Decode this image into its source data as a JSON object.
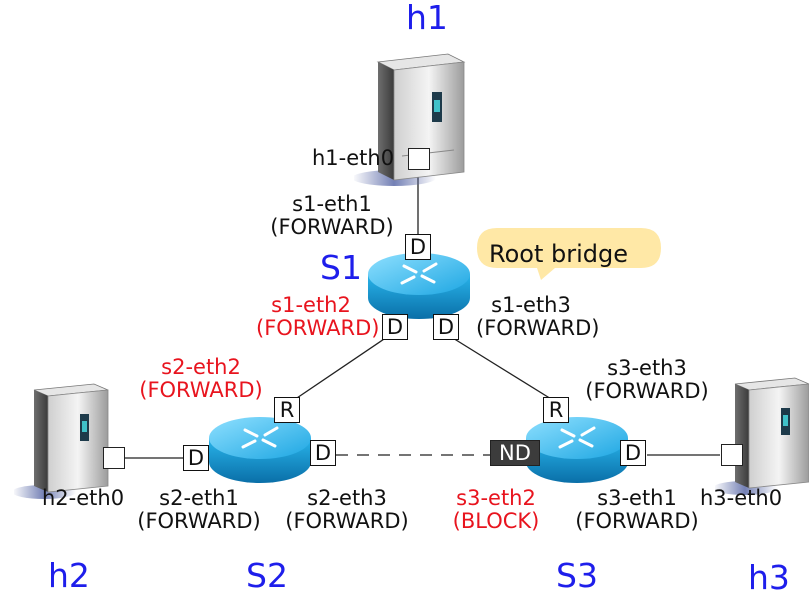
{
  "hosts": {
    "h1": {
      "name": "h1",
      "iface": "h1-eth0"
    },
    "h2": {
      "name": "h2",
      "iface": "h2-eth0"
    },
    "h3": {
      "name": "h3",
      "iface": "h3-eth0"
    }
  },
  "switches": {
    "s1": {
      "name": "S1",
      "badge": "Root bridge",
      "ports": [
        {
          "iface": "s1-eth1",
          "state": "(FORWARD)",
          "role": "D"
        },
        {
          "iface": "s1-eth2",
          "state": "(FORWARD)",
          "role": "D"
        },
        {
          "iface": "s1-eth3",
          "state": "(FORWARD)",
          "role": "D"
        }
      ]
    },
    "s2": {
      "name": "S2",
      "ports": [
        {
          "iface": "s2-eth1",
          "state": "(FORWARD)",
          "role": "D"
        },
        {
          "iface": "s2-eth2",
          "state": "(FORWARD)",
          "role": "R"
        },
        {
          "iface": "s2-eth3",
          "state": "(FORWARD)",
          "role": "D"
        }
      ]
    },
    "s3": {
      "name": "S3",
      "ports": [
        {
          "iface": "s3-eth1",
          "state": "(FORWARD)",
          "role": "D"
        },
        {
          "iface": "s3-eth2",
          "state": "(BLOCK)",
          "role": "ND"
        },
        {
          "iface": "s3-eth3",
          "state": "(FORWARD)",
          "role": "R"
        }
      ]
    }
  },
  "colors": {
    "name_blue": "#1e1eeb",
    "highlight_red": "#e8141e",
    "router_blue": "#1aa9e6",
    "bubble_fill": "#ffe8a6",
    "blocked_port": "#3c3c3c"
  }
}
